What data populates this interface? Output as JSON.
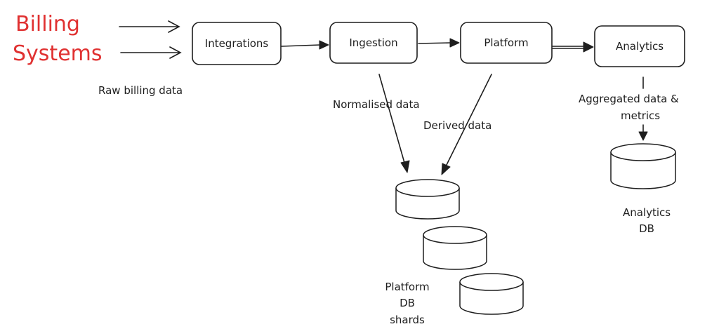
{
  "title": {
    "line1": "Billing",
    "line2": "Systems",
    "color": "#e03131"
  },
  "edge_labels": {
    "raw": "Raw billing data",
    "normalised": "Normalised data",
    "derived": "Derived data",
    "aggregated_line1": "Aggregated data &",
    "aggregated_line2": "metrics"
  },
  "nodes": {
    "integrations": "Integrations",
    "ingestion": "Ingestion",
    "platform": "Platform",
    "analytics": "Analytics"
  },
  "databases": {
    "platform": {
      "line1": "Platform",
      "line2": "DB",
      "line3": "shards"
    },
    "analytics": {
      "line1": "Analytics",
      "line2": "DB"
    }
  }
}
